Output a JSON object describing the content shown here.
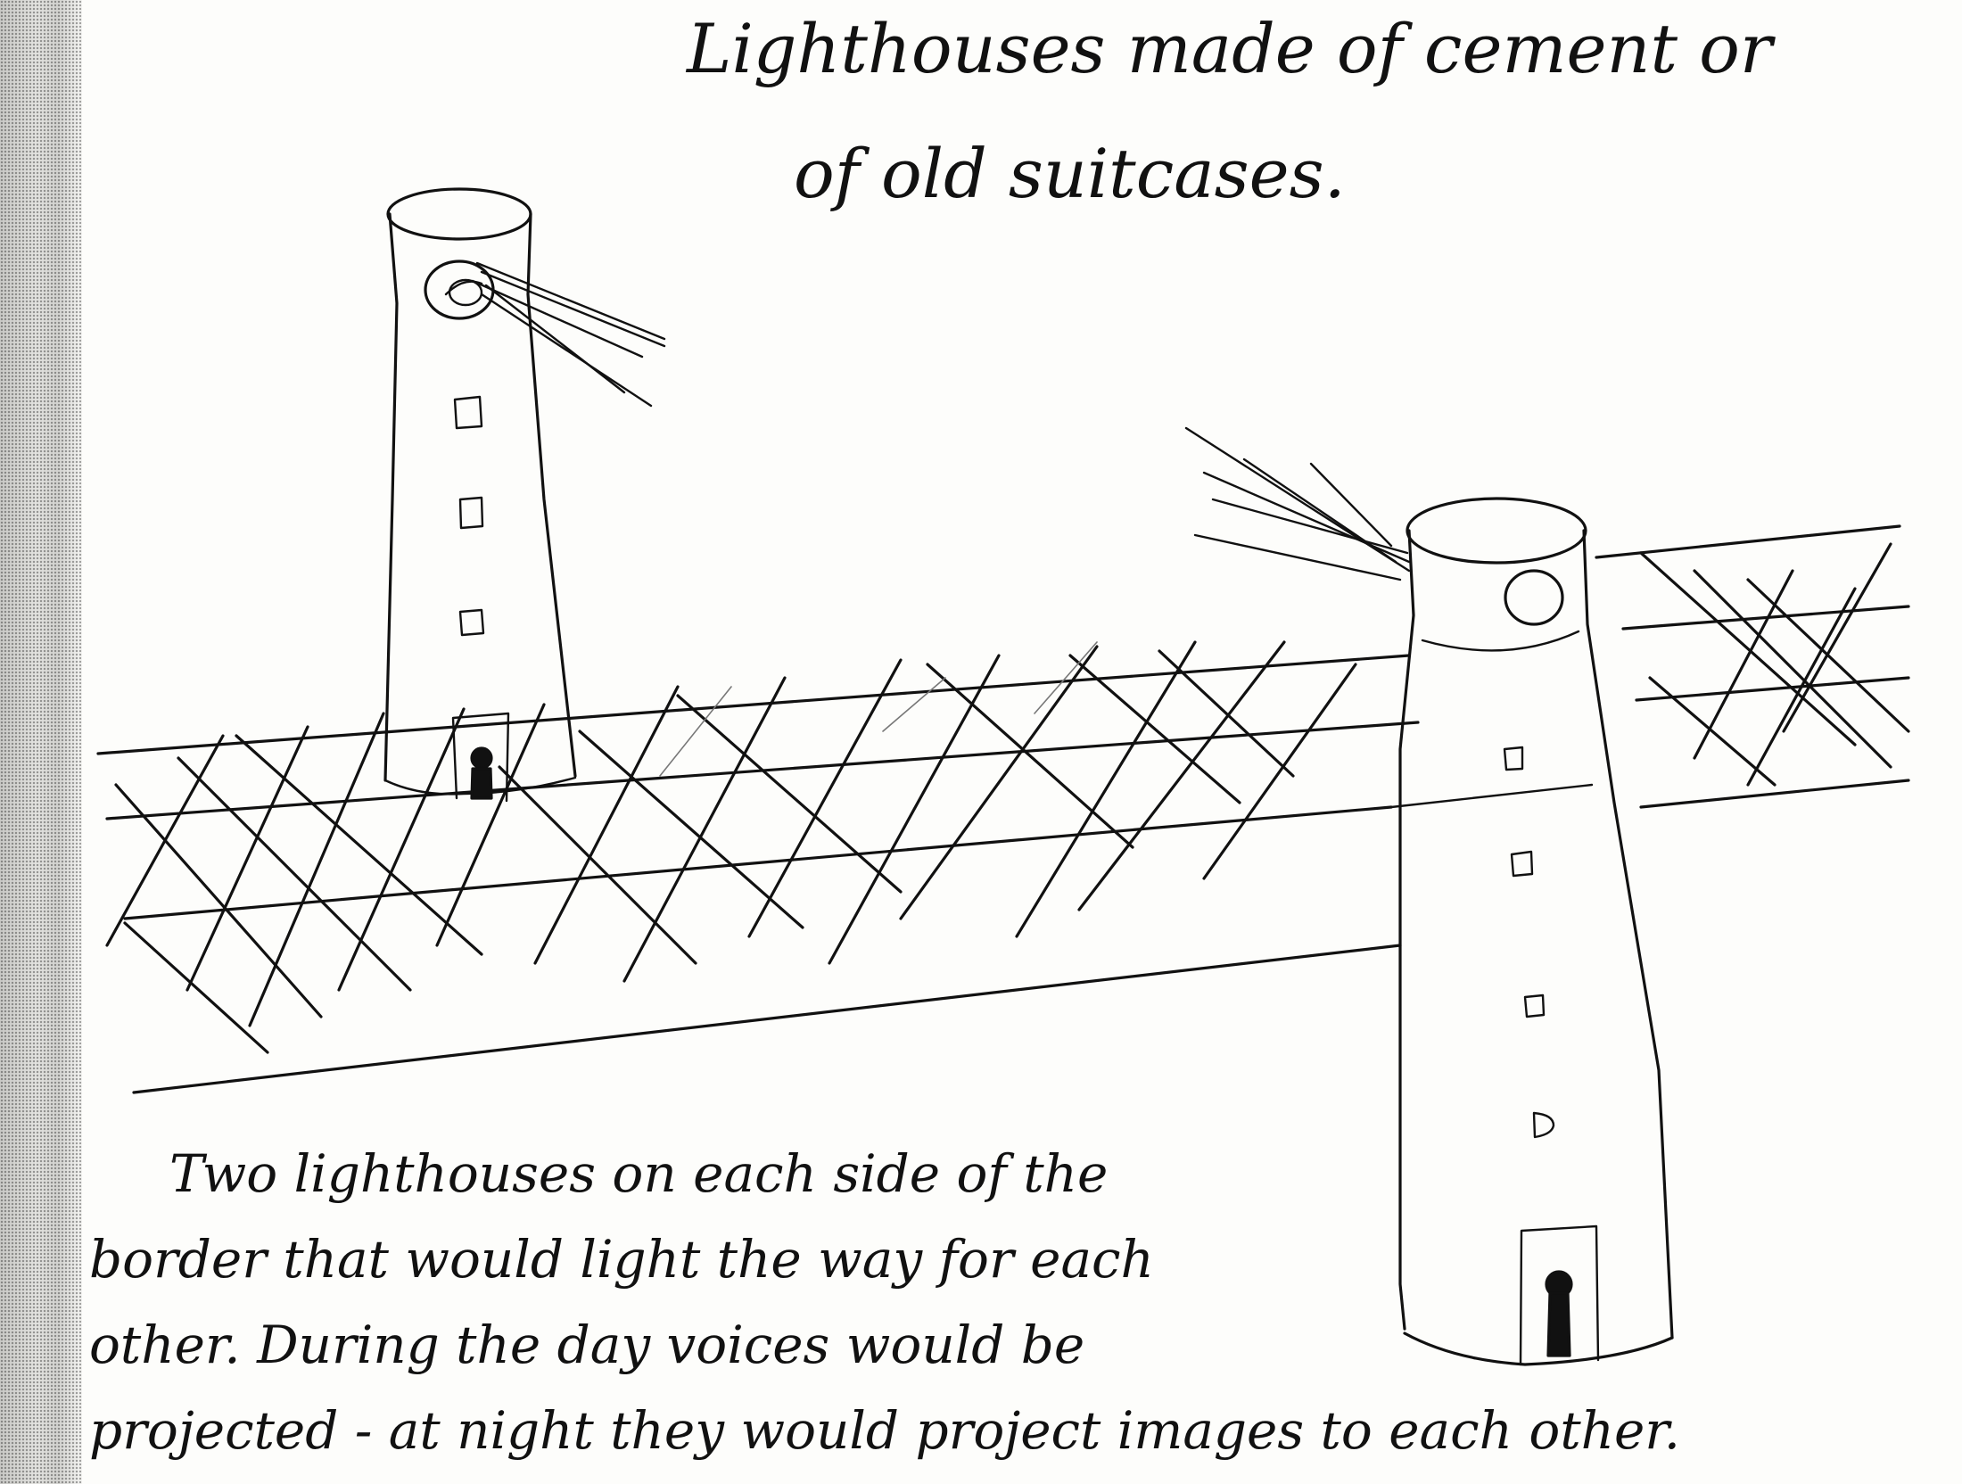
{
  "title": {
    "line1": "Lighthouses made of cement or",
    "line2": "of old suitcases."
  },
  "note": {
    "lines": [
      "Two lighthouses on each side of the",
      "border that would light the way for each",
      "other. During the day voices would be",
      "projected - at night they would project images to each other."
    ]
  },
  "drawing": {
    "subject": [
      "lighthouse",
      "lighthouse",
      "border-fence"
    ]
  },
  "colors": {
    "ink": "#111111",
    "paper": "#fdfdfb"
  }
}
